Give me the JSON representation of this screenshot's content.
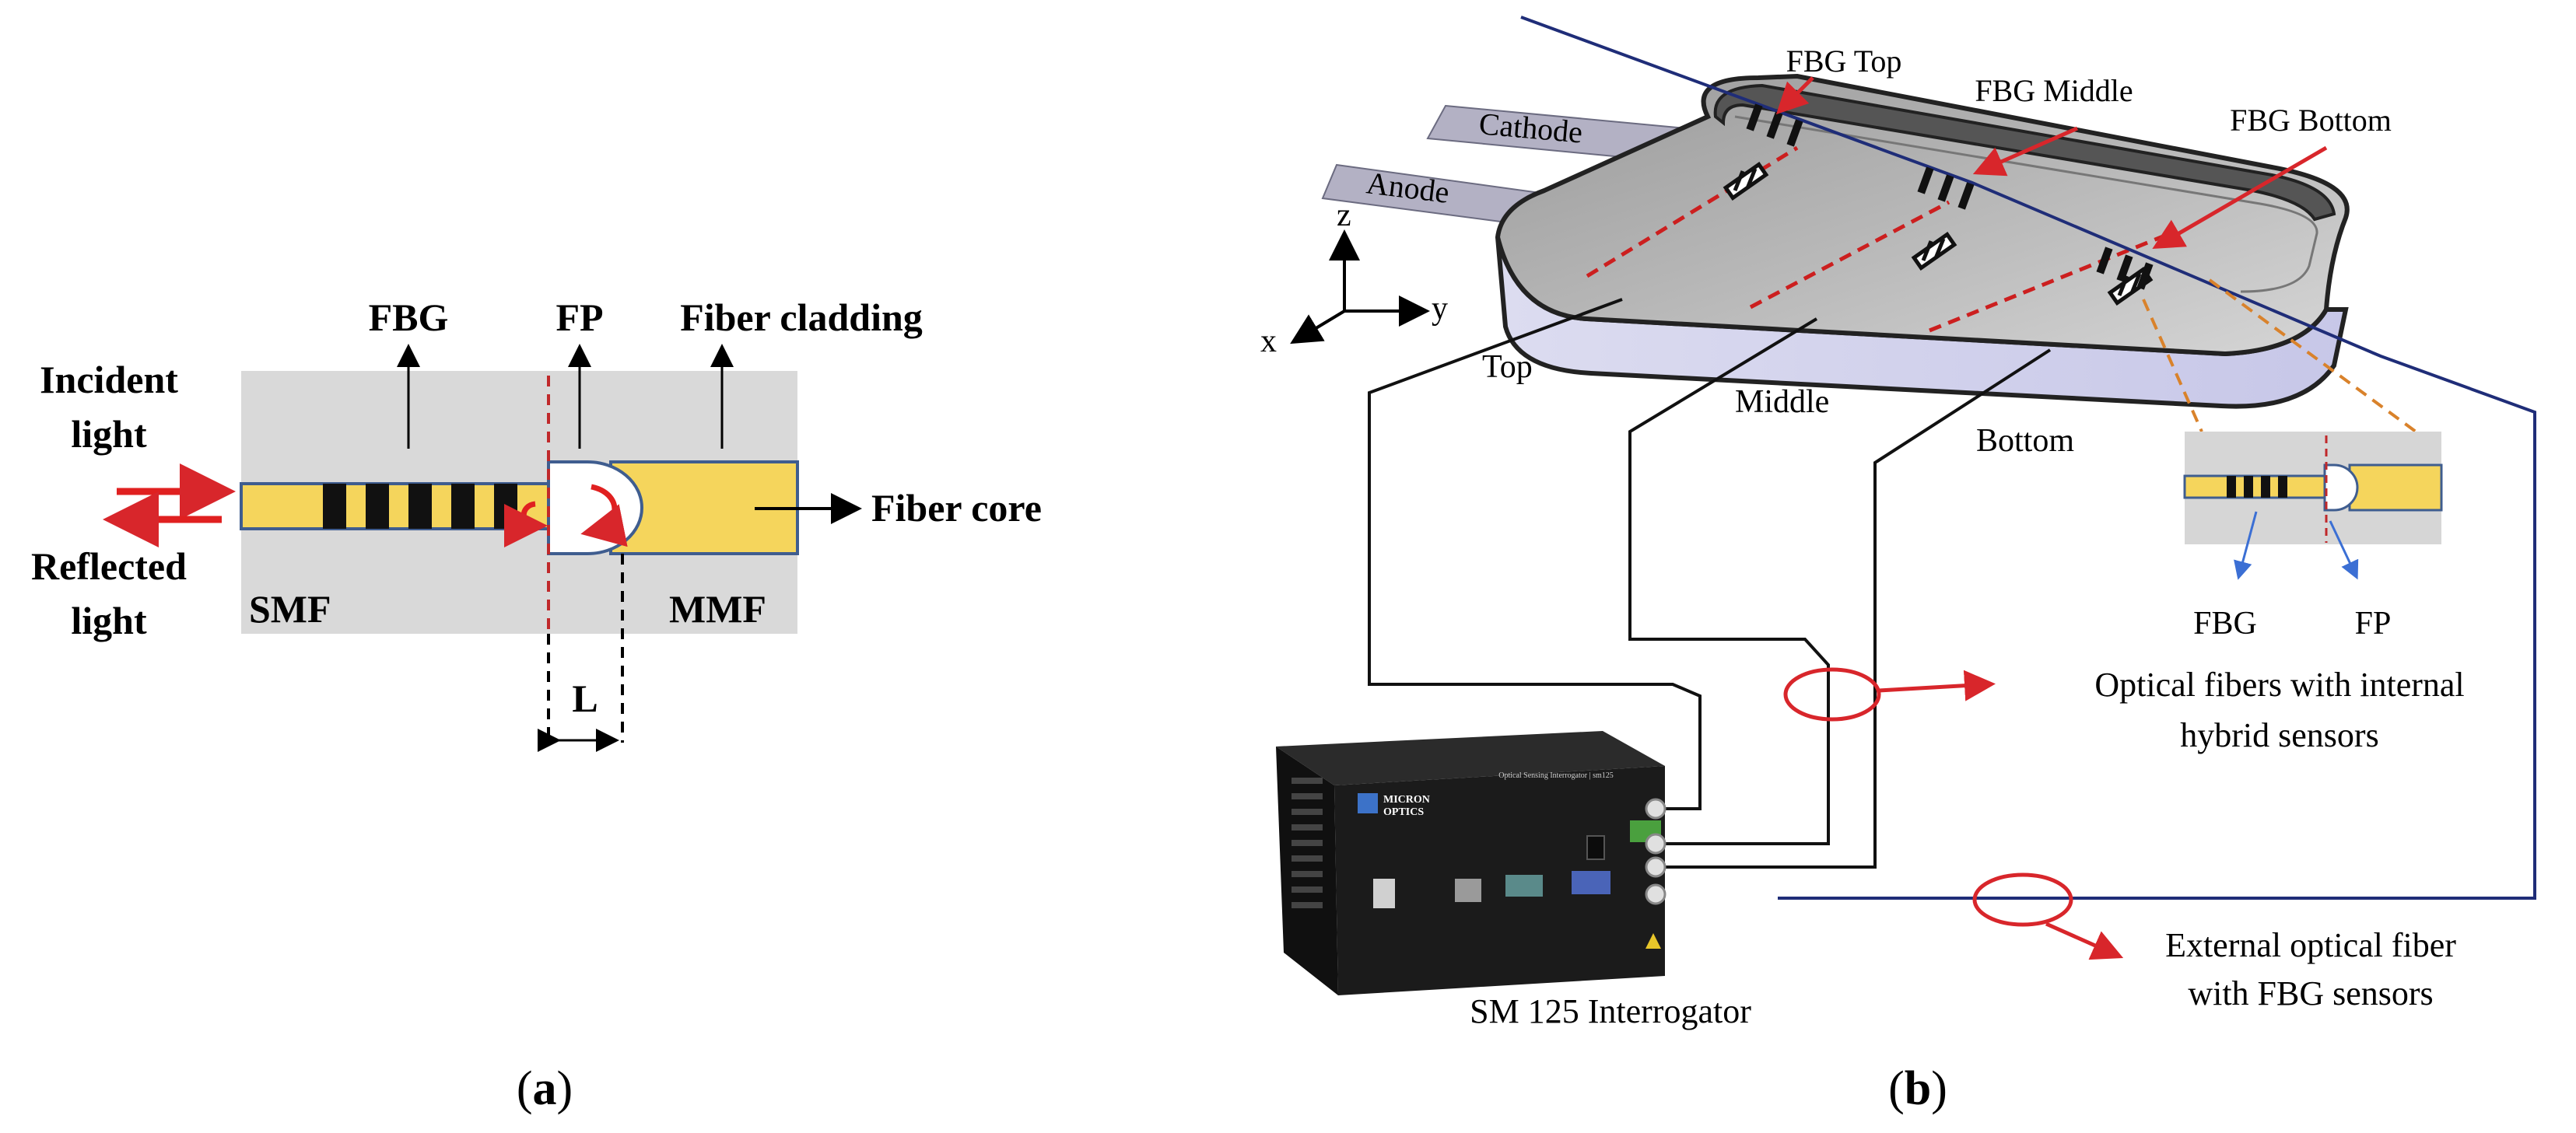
{
  "panel_a": {
    "caption_prefix": "(",
    "caption_letter": "a",
    "caption_suffix": ")",
    "labels": {
      "fbg": "FBG",
      "fp": "FP",
      "fiber_cladding": "Fiber cladding",
      "incident_line1": "Incident",
      "incident_line2": "light",
      "reflected_line1": "Reflected",
      "reflected_line2": "light",
      "fiber_core": "Fiber core",
      "smf": "SMF",
      "mmf": "MMF",
      "length": "L"
    },
    "colors": {
      "cladding": "#d9d9d9",
      "core": "#f5d55c",
      "arrow_red": "#e02020"
    }
  },
  "panel_b": {
    "caption_prefix": "(",
    "caption_letter": "b",
    "caption_suffix": ")",
    "labels": {
      "fbg_top": "FBG Top",
      "fbg_middle": "FBG Middle",
      "fbg_bottom": "FBG Bottom",
      "cathode": "Cathode",
      "anode": "Anode",
      "axis_z": "z",
      "axis_y": "y",
      "axis_x": "x",
      "top": "Top",
      "middle": "Middle",
      "bottom": "Bottom",
      "inset_fbg": "FBG",
      "inset_fp": "FP",
      "internal_line1": "Optical fibers with internal",
      "internal_line2": "hybrid sensors",
      "external_line1": "External optical fiber",
      "external_line2": "with FBG sensors",
      "interrogator": "SM 125 Interrogator",
      "device_brand_line1": "MICRON",
      "device_brand_line2": "OPTICS",
      "device_model": "Optical Sensing Interrogator | sm125"
    },
    "colors": {
      "fiber_blue": "#1f2d78",
      "red_marker": "#d8262b",
      "red_dash": "#cc1f1f",
      "orange_dash": "#d9822b",
      "device_body": "#1b1b1b"
    }
  }
}
